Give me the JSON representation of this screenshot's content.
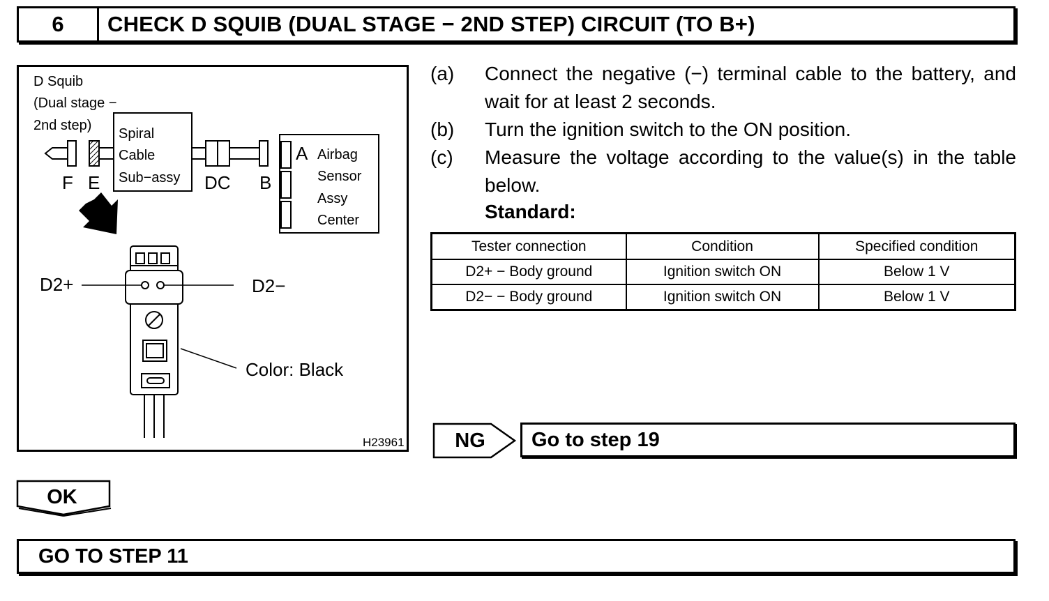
{
  "header": {
    "step_number": "6",
    "title": "CHECK D SQUIB (DUAL STAGE − 2ND STEP) CIRCUIT (TO B+)"
  },
  "figure": {
    "squib_label": [
      "D Squib",
      "(Dual stage −",
      "2nd step)"
    ],
    "spiral_label": [
      "Spiral",
      "Cable",
      "Sub−assy"
    ],
    "airbag_label": [
      "Airbag",
      "Sensor",
      "Assy",
      "Center"
    ],
    "connectors": {
      "f": "F",
      "e": "E",
      "dc": "DC",
      "b": "B",
      "a": "A"
    },
    "pin_pos": "D2+",
    "pin_neg": "D2−",
    "color_note": "Color: Black",
    "figure_id": "H23961"
  },
  "steps": [
    {
      "marker": "(a)",
      "text": "Connect the negative (−) terminal cable to the battery, and wait for at least 2 seconds."
    },
    {
      "marker": "(b)",
      "text": "Turn the ignition switch to the ON position."
    },
    {
      "marker": "(c)",
      "text": "Measure the voltage according to the value(s) in the table below."
    }
  ],
  "standard_label": "Standard:",
  "table": {
    "headers": [
      "Tester connection",
      "Condition",
      "Specified condition"
    ],
    "rows": [
      [
        "D2+ − Body ground",
        "Ignition switch ON",
        "Below 1 V"
      ],
      [
        "D2− − Body ground",
        "Ignition switch ON",
        "Below 1 V"
      ]
    ]
  },
  "ng": {
    "tag": "NG",
    "action": "Go to step 19"
  },
  "ok": {
    "tag": "OK"
  },
  "footer": {
    "text": "GO TO STEP 11"
  }
}
